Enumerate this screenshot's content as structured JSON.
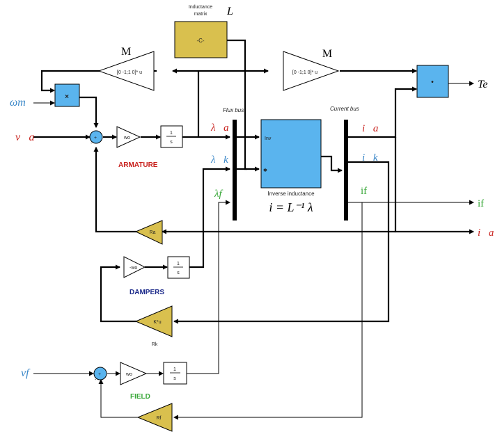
{
  "blocks": {
    "inductance_matrix": {
      "caption_line1": "Inductance",
      "caption_line2": "matrix",
      "symbol": "L",
      "value": "-C-"
    },
    "gain_m_left": {
      "symbol": "M",
      "expr": "[0 -1;1 0]* u"
    },
    "gain_m_right": {
      "symbol": "M",
      "expr": "[0 -1;1 0]* u"
    },
    "product_top_left": {
      "sign": "×"
    },
    "product_te": {
      "sign": "•"
    },
    "armature_gain": {
      "value": "wo"
    },
    "armature_integrator": {
      "num": "1",
      "den": "s"
    },
    "dampers_gain": {
      "value": "-wo"
    },
    "dampers_integrator": {
      "num": "1",
      "den": "s"
    },
    "field_gain": {
      "value": "wo"
    },
    "field_integrator": {
      "num": "1",
      "den": "s"
    },
    "ra_gain": {
      "value": "Ra"
    },
    "rk_gain": {
      "value": "K*u",
      "caption": "Rk"
    },
    "rf_gain": {
      "value": "Rf"
    },
    "inverse_block": {
      "port_in1": "Inv",
      "port_in2": "✱",
      "caption": "Inverse inductance",
      "formula": "i =  L⁻¹ λ"
    }
  },
  "buses": {
    "flux": "Flux bus",
    "current": "Current bus"
  },
  "sections": {
    "armature": "ARMATURE",
    "dampers": "DAMPERS",
    "field": "FIELD"
  },
  "signals": {
    "omega_m": "ωm",
    "v_a": "v⃗a",
    "v_f": "vf",
    "lambda_a": "λ⃗a",
    "lambda_k": "λ⃗k",
    "lambda_f": "λf",
    "i_a": "i⃗a",
    "i_k": "i⃗k",
    "i_f": "if",
    "out_te": "Te",
    "out_if": "if",
    "out_ia": "i⃗a"
  },
  "colors": {
    "block_gold": "#d9c04e",
    "block_blue": "#5ab4ee",
    "red": "#c8201c",
    "blue": "#3a87c8",
    "green": "#3aa83a",
    "navy": "#1c2a8a"
  }
}
